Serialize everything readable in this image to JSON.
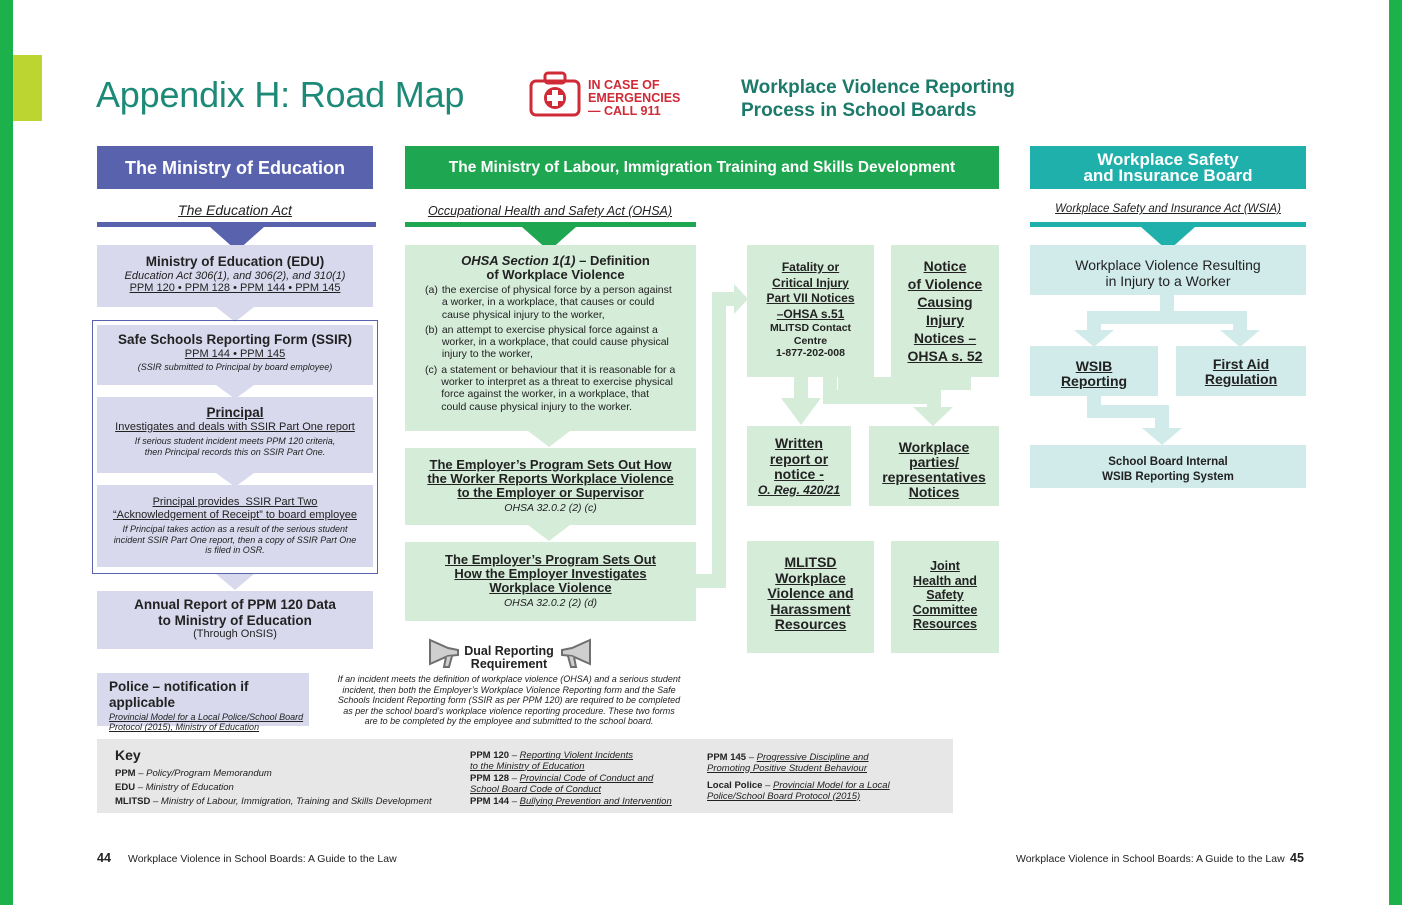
{
  "page": {
    "title": "Appendix H: Road Map",
    "emergency_text": "IN CASE OF\nEMERGENCIES\n— CALL 911",
    "process_title": "Workplace Violence Reporting\nProcess in School Boards"
  },
  "colors": {
    "edge": "#1db14b",
    "purple_header": "#5862ad",
    "green_header": "#1fa650",
    "teal_header": "#1fb0ac",
    "red": "#cf2a35"
  },
  "icons": {
    "emergency": "first-aid-kit-icon",
    "megaphone": "megaphone-icon"
  },
  "edu": {
    "header": "The Ministry of Education",
    "act": "The Education Act",
    "edu_title": "Ministry of Education (EDU)",
    "edu_line1": "Education Act 306(1), and 306(2), and 310(1)",
    "edu_line2": "PPM 120 • PPM 128 • PPM 144 • PPM 145",
    "ssir_title": "Safe Schools Reporting Form (SSIR)",
    "ssir_line1": "PPM 144 • PPM 145",
    "ssir_line2": "(SSIR submitted to Principal by board employee)",
    "principal_title": "Principal",
    "principal_line1": "Investigates and deals with SSIR Part One report",
    "principal_line2": "If serious student incident meets PPM 120 criteria,\nthen Principal records this on SSIR Part One.",
    "provides_line1": "Principal provides  SSIR Part Two\n“Acknowledgement of Receipt” to board employee",
    "provides_line2": "If Principal takes action as a result of the serious student\nincident SSIR Part One report, then a copy of SSIR Part One\nis filed in OSR.",
    "annual_title": "Annual Report of PPM 120 Data\nto Ministry of Education",
    "annual_sub": "(Through OnSIS)",
    "police_title": "Police – notification if applicable",
    "police_sub": "Provincial Model for a Local Police/School Board\nProtocol (2015), Ministry of Education"
  },
  "mol": {
    "header": "The Ministry of Labour, Immigration Training and Skills Development",
    "act": "Occupational Health and Safety Act (OHSA)",
    "def_title_a": "OHSA Section 1(1)",
    "def_title_b": " – Definition",
    "def_title_c": "of Workplace Violence",
    "def_items": [
      {
        "tag": "(a)",
        "text": "the exercise of physical force by a person against\na worker, in a workplace, that causes or could\ncause physical injury to the worker,"
      },
      {
        "tag": "(b)",
        "text": "an attempt to exercise physical force against a\nworker, in a workplace, that could cause physical\ninjury to the worker,"
      },
      {
        "tag": "(c)",
        "text": "a statement or behaviour that it is reasonable for a\nworker to interpret as a threat to exercise physical\nforce against the worker, in a workplace, that\ncould cause physical injury to the worker."
      }
    ],
    "prog1_title": "The Employer’s Program Sets Out How\nthe Worker Reports Workplace Violence\nto the Employer or Supervisor",
    "prog1_sub": "OHSA 32.0.2 (2) (c)",
    "prog2_title": "The Employer’s Program Sets Out\nHow the Employer Investigates\nWorkplace Violence",
    "prog2_sub": "OHSA 32.0.2 (2) (d)",
    "fatality_title": "Fatality or\nCritical Injury\nPart VII Notices\n–OHSA s.51",
    "fatality_sub": "MLITSD Contact\nCentre\n1-877-202-008",
    "notice_title": "Notice\nof Violence\nCausing\nInjury\nNotices –\nOHSA s. 52",
    "written_a": "Written\nreport or\nnotice -",
    "written_b": "O. Reg. 420/21",
    "parties": "Workplace\nparties/\nrepresentatives\nNotices",
    "mlitsd_res": "MLITSD\nWorkplace\nViolence and\nHarassment\nResources",
    "joint_res": "Joint\nHealth and\nSafety\nCommittee\nResources",
    "dual_title": "Dual Reporting\nRequirement",
    "dual_text": "If an incident meets the definition of workplace violence (OHSA) and a serious student\nincident, then both the Employer’s Workplace Violence Reporting form and the Safe\nSchools Incident Reporting form (SSIR as per PPM 120) are required to be completed\nas per the school board’s workplace violence reporting procedure. These two forms\nare to be completed by the employee and submitted to the school board."
  },
  "wsib": {
    "header": "Workplace Safety\nand Insurance Board",
    "act": "Workplace Safety and Insurance Act (WSIA)",
    "result": "Workplace Violence Resulting\nin Injury to a Worker",
    "reporting": "WSIB\nReporting",
    "first_aid": "First Aid\nRegulation",
    "internal": "School Board Internal\nWSIB Reporting System"
  },
  "key": {
    "title": "Key",
    "col1": [
      {
        "abbr": "PPM",
        "text": "Policy/Program Memorandum"
      },
      {
        "abbr": "EDU",
        "text": "Ministry of Education"
      },
      {
        "abbr": "MLITSD",
        "text": "Ministry of Labour, Immigration, Training and Skills Development"
      }
    ],
    "col2": [
      {
        "abbr": "PPM 120",
        "text": "Reporting Violent Incidents",
        "text2": "to the Ministry of Education"
      },
      {
        "abbr": "PPM 128",
        "text": "Provincial Code of Conduct and",
        "text2": "School Board Code of Conduct"
      },
      {
        "abbr": "PPM 144",
        "text": "Bullying Prevention and Intervention"
      }
    ],
    "col3": [
      {
        "abbr": "PPM 145",
        "text": "Progressive Discipline and",
        "text2": "Promoting Positive Student  Behaviour"
      },
      {
        "abbr": "Local Police",
        "text": "Provincial Model for a Local",
        "text2": "Police/School Board Protocol (2015)"
      }
    ]
  },
  "footer": {
    "left_num": "44",
    "left_text": "Workplace Violence in School Boards: A Guide to the Law",
    "right_text": "Workplace Violence in School Boards: A Guide to the Law",
    "right_num": "45"
  }
}
